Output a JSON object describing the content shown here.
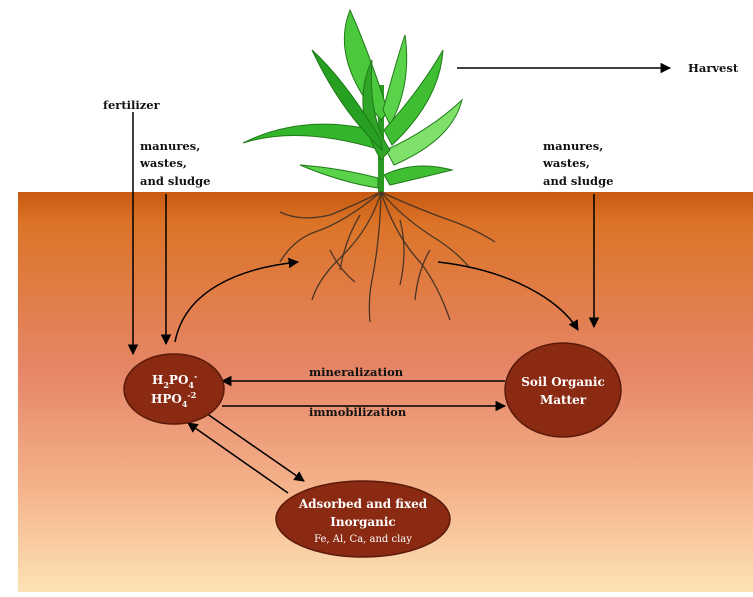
{
  "labels": {
    "harvest": "Harvest",
    "fertilizer": "fertilizer",
    "manures_left": [
      "manures,",
      "wastes,",
      "and sludge"
    ],
    "manures_right": [
      "manures,",
      "wastes,",
      "and sludge"
    ],
    "mineralization": "mineralization",
    "immobilization": "immobilization"
  },
  "nodes": {
    "phosphate": {
      "line1_base": "H",
      "line1_sub1": "2",
      "line1_mid": "PO",
      "line1_sub2": "4",
      "line1_sup": "-",
      "line2_base": "HPO",
      "line2_sub": "4",
      "line2_sup": "-2"
    },
    "soil_organic": {
      "line1": "Soil Organic",
      "line2": "Matter"
    },
    "adsorbed": {
      "line1": "Adsorbed and fixed",
      "line2": "Inorganic",
      "line3": "Fe, Al, Ca, and clay"
    }
  },
  "colors": {
    "soil_top": "#d2661a",
    "soil_mid": "#e6876a",
    "soil_bottom": "#fcd9a8",
    "node_fill": "#8b2a12",
    "leaf": "#2fb52a",
    "leaf_light": "#7fe06a",
    "root": "#4a3525"
  }
}
